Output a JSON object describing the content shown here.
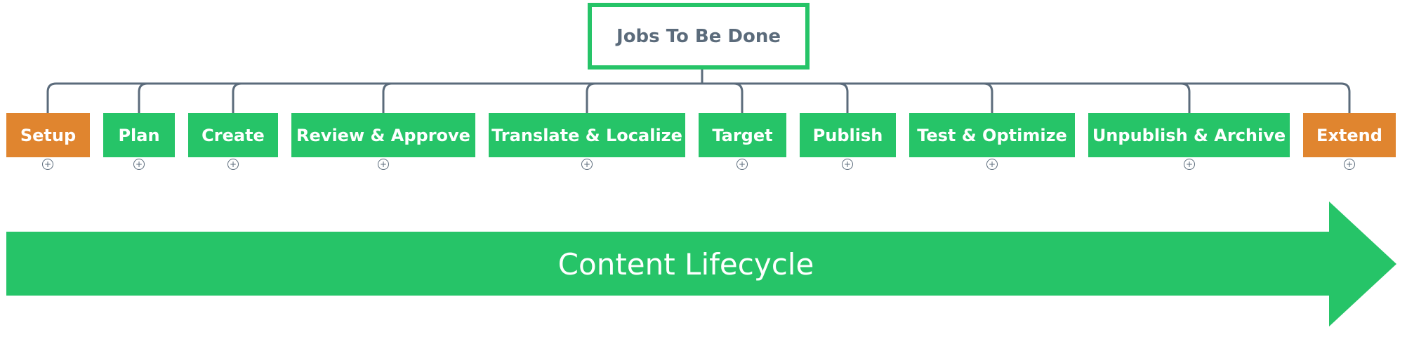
{
  "diagram": {
    "root": {
      "label": "Jobs To Be Done"
    },
    "children": [
      {
        "id": "setup",
        "label": "Setup",
        "color": "#e0852f"
      },
      {
        "id": "plan",
        "label": "Plan",
        "color": "#26c468"
      },
      {
        "id": "create",
        "label": "Create",
        "color": "#26c468"
      },
      {
        "id": "review-approve",
        "label": "Review & Approve",
        "color": "#26c468"
      },
      {
        "id": "translate-localize",
        "label": "Translate & Localize",
        "color": "#26c468"
      },
      {
        "id": "target",
        "label": "Target",
        "color": "#26c468"
      },
      {
        "id": "publish",
        "label": "Publish",
        "color": "#26c468"
      },
      {
        "id": "test-optimize",
        "label": "Test & Optimize",
        "color": "#26c468"
      },
      {
        "id": "unpublish-archive",
        "label": "Unpublish & Archive",
        "color": "#26c468"
      },
      {
        "id": "extend",
        "label": "Extend",
        "color": "#e0852f"
      }
    ],
    "arrow": {
      "label": "Content Lifecycle",
      "color": "#26c468"
    },
    "colors": {
      "connector": "#5b6b7b",
      "root_border": "#26c468",
      "root_text": "#5b6b7b"
    }
  }
}
